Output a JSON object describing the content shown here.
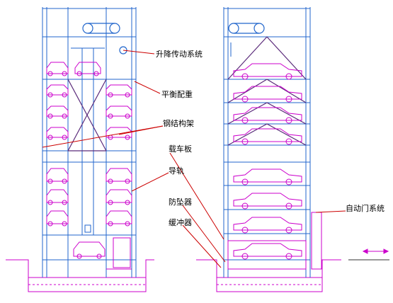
{
  "labels": {
    "lift_drive": "升降传动系统",
    "counterweight": "平衡配重",
    "steel_frame": "钢结构架",
    "car_board": "载车板",
    "guide_rail": "导轨",
    "anti_fall": "防坠器",
    "buffer": "缓冲器",
    "auto_door": "自动门系统"
  },
  "colors": {
    "frame": "#2266cc",
    "car": "#cc00cc",
    "pit": "#cc00cc",
    "leader": "#cc0000",
    "cross_brace": "#5a2a7a",
    "arrow": "#cc00cc"
  },
  "icons": {
    "motor": "pulley-motor-icon",
    "direction": "double-arrow-icon"
  }
}
